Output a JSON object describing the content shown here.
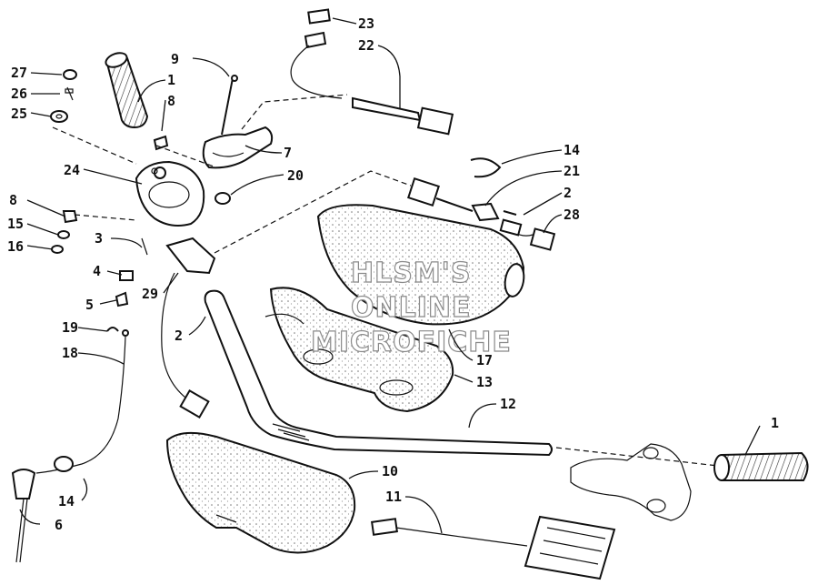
{
  "watermark": {
    "line1": "HLSM'S",
    "line2": "ONLINE",
    "line3": "MICROFICHE"
  },
  "callouts": [
    {
      "id": "c-27",
      "label": "27"
    },
    {
      "id": "c-26",
      "label": "26"
    },
    {
      "id": "c-25",
      "label": "25"
    },
    {
      "id": "c-1a",
      "label": "1"
    },
    {
      "id": "c-8a",
      "label": "8"
    },
    {
      "id": "c-9",
      "label": "9"
    },
    {
      "id": "c-24",
      "label": "24"
    },
    {
      "id": "c-8b",
      "label": "8"
    },
    {
      "id": "c-15",
      "label": "15"
    },
    {
      "id": "c-16",
      "label": "16"
    },
    {
      "id": "c-3",
      "label": "3"
    },
    {
      "id": "c-4",
      "label": "4"
    },
    {
      "id": "c-5",
      "label": "5"
    },
    {
      "id": "c-29",
      "label": "29"
    },
    {
      "id": "c-19",
      "label": "19"
    },
    {
      "id": "c-18",
      "label": "18"
    },
    {
      "id": "c-2a",
      "label": "2"
    },
    {
      "id": "c-14a",
      "label": "14"
    },
    {
      "id": "c-6",
      "label": "6"
    },
    {
      "id": "c-7",
      "label": "7"
    },
    {
      "id": "c-20",
      "label": "20"
    },
    {
      "id": "c-23",
      "label": "23"
    },
    {
      "id": "c-22",
      "label": "22"
    },
    {
      "id": "c-14b",
      "label": "14"
    },
    {
      "id": "c-21",
      "label": "21"
    },
    {
      "id": "c-2b",
      "label": "2"
    },
    {
      "id": "c-28",
      "label": "28"
    },
    {
      "id": "c-17",
      "label": "17"
    },
    {
      "id": "c-13",
      "label": "13"
    },
    {
      "id": "c-12",
      "label": "12"
    },
    {
      "id": "c-10",
      "label": "10"
    },
    {
      "id": "c-11",
      "label": "11"
    },
    {
      "id": "c-1b",
      "label": "1"
    }
  ]
}
